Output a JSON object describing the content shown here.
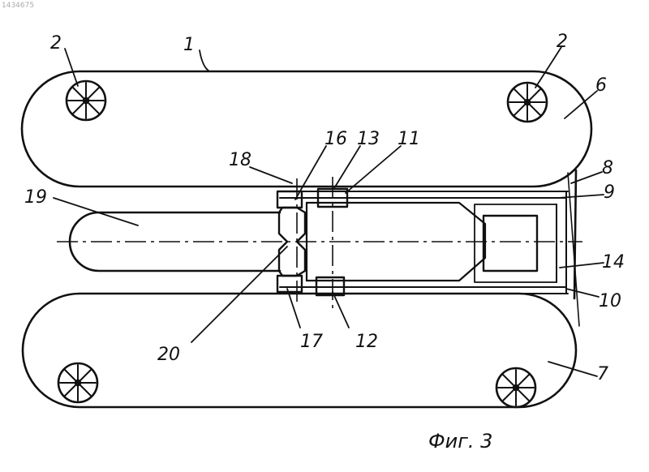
{
  "corner_mark": "1434675",
  "labels": {
    "l1": "1",
    "l2_left": "2",
    "l2_right": "2",
    "l6": "6",
    "l7": "7",
    "l8": "8",
    "l9": "9",
    "l10": "10",
    "l11": "11",
    "l12": "12",
    "l13": "13",
    "l14": "14",
    "l16": "16",
    "l17": "17",
    "l18": "18",
    "l19": "19",
    "l20": "20"
  },
  "caption": "Фиг. 3",
  "colors": {
    "ink": "#111111",
    "paper": "#ffffff"
  }
}
